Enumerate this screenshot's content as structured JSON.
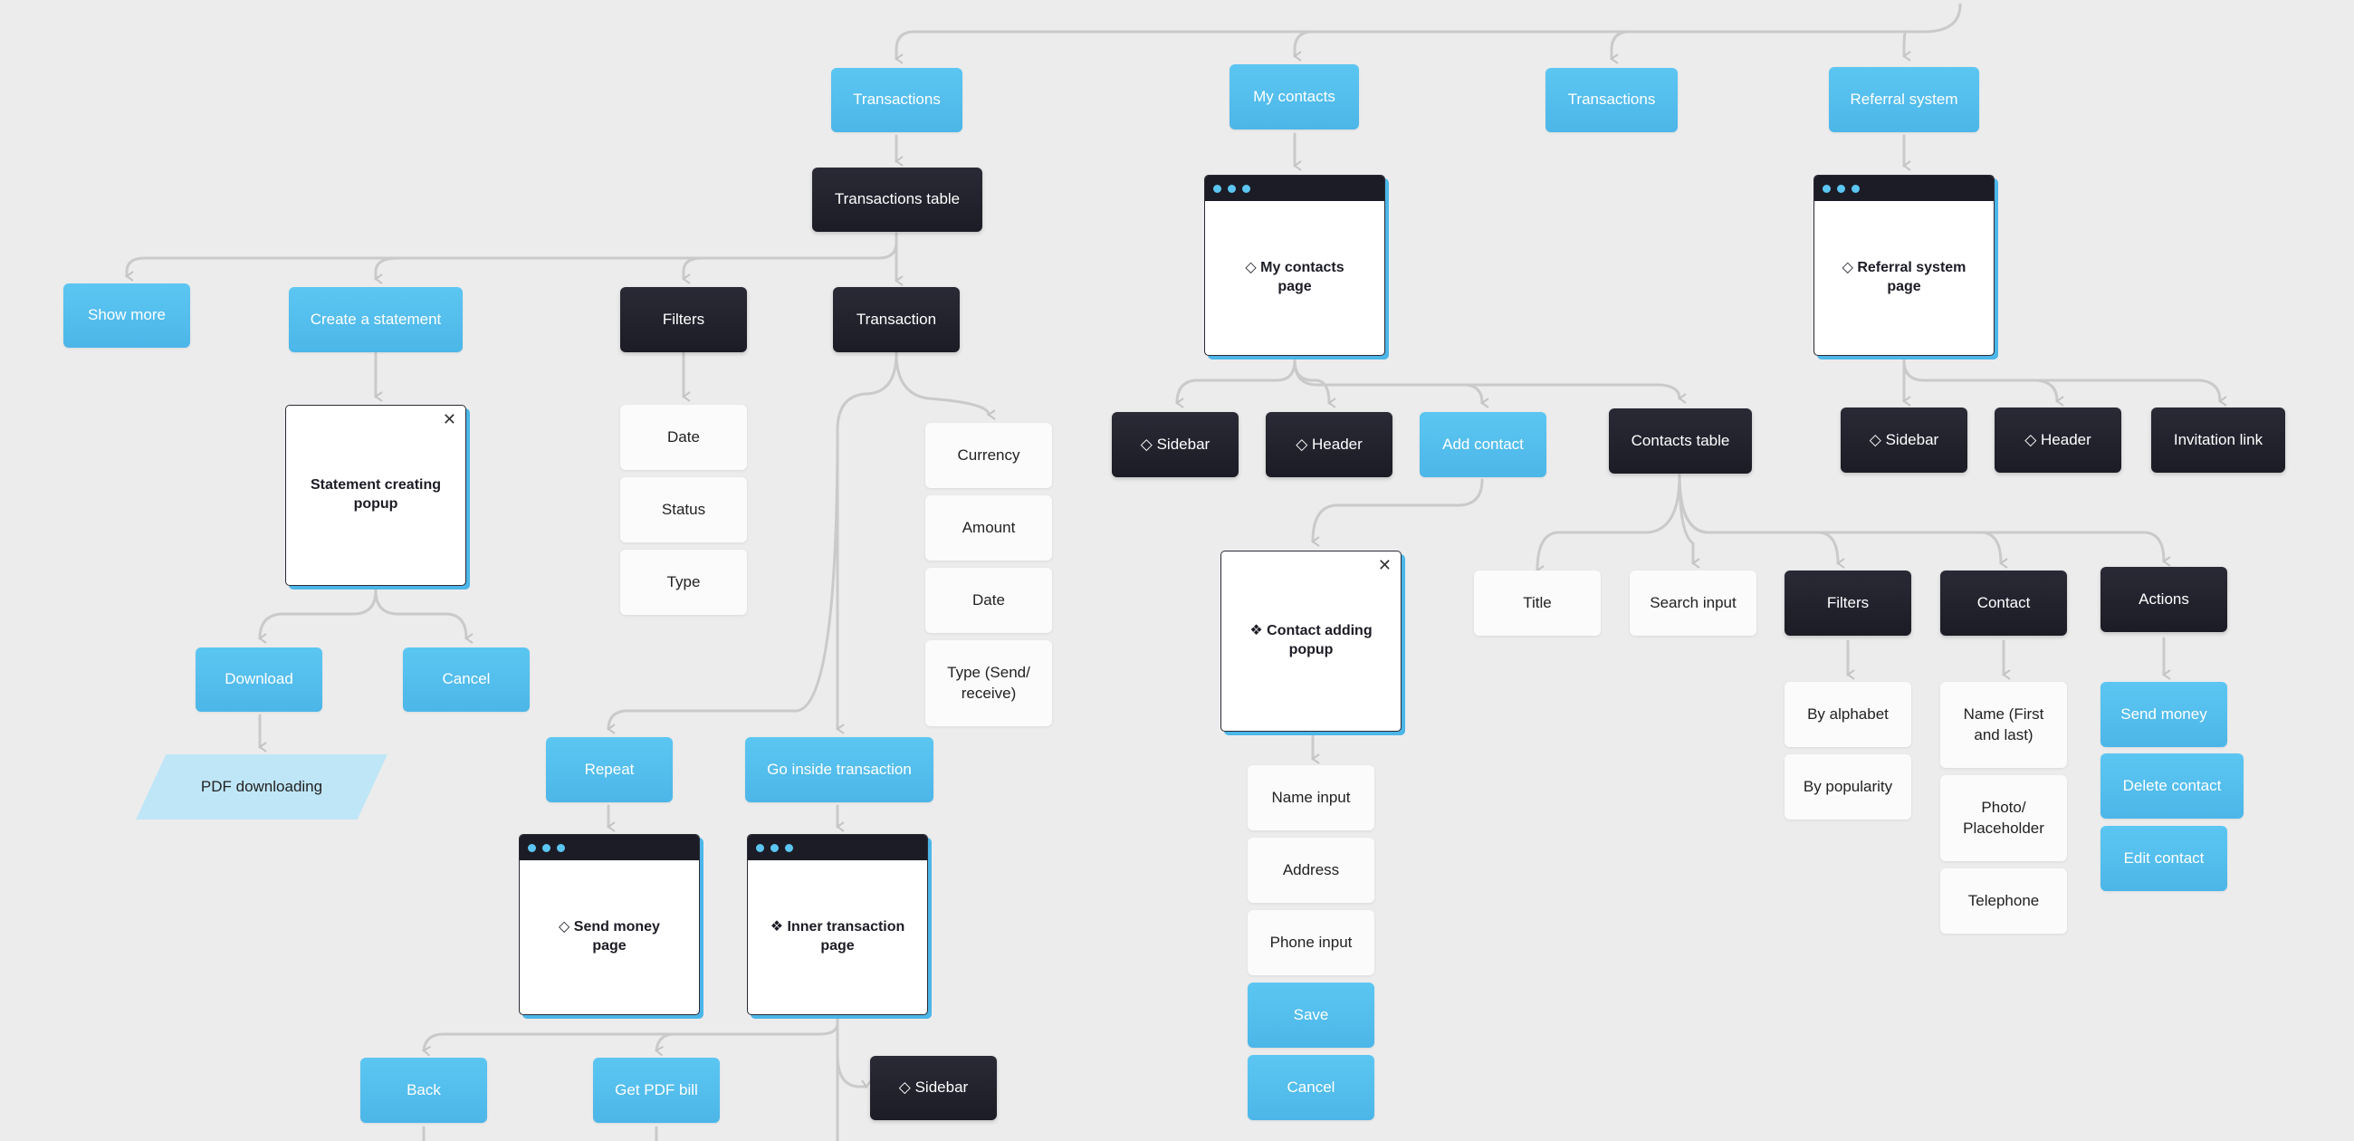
{
  "nodes": {
    "transactions_1": "Transactions",
    "my_contacts": "My contacts",
    "transactions_2": "Transactions",
    "referral_system": "Referral system",
    "transactions_table": "Transactions table",
    "show_more": "Show more",
    "create_statement": "Create a statement",
    "filters_1": "Filters",
    "transaction": "Transaction",
    "date_1": "Date",
    "status": "Status",
    "type": "Type",
    "currency": "Currency",
    "amount": "Amount",
    "date_2": "Date",
    "type_send_receive": "Type (Send/ receive)",
    "download": "Download",
    "cancel_1": "Cancel",
    "pdf_downloading": "PDF downloading",
    "repeat": "Repeat",
    "go_inside": "Go inside transaction",
    "back": "Back",
    "get_pdf_bill": "Get PDF bill",
    "sidebar_3": "◇ Sidebar",
    "sidebar_1": "◇ Sidebar",
    "header_1": "◇ Header",
    "add_contact": "Add contact",
    "contacts_table": "Contacts table",
    "name_input": "Name input",
    "address": "Address",
    "phone_input": "Phone input",
    "save": "Save",
    "cancel_2": "Cancel",
    "title": "Title",
    "search_input": "Search input",
    "filters_2": "Filters",
    "contact": "Contact",
    "actions": "Actions",
    "by_alphabet": "By alphabet",
    "by_popularity": "By popularity",
    "name_first_last": "Name (First and last)",
    "photo_placeholder": "Photo/ Placeholder",
    "telephone": "Telephone",
    "send_money": "Send money",
    "delete_contact": "Delete contact",
    "edit_contact": "Edit contact",
    "sidebar_2": "◇ Sidebar",
    "header_2": "◇ Header",
    "invitation_link": "Invitation link"
  },
  "popups": {
    "statement_creating": "Statement creating popup",
    "contact_adding": "❖ Contact adding popup",
    "close_glyph": "✕"
  },
  "windows": {
    "my_contacts_page": "◇ My contacts page",
    "referral_system_page": "◇ Referral system page",
    "send_money_page": "◇ Send money page",
    "inner_transaction_page": "❖ Inner transaction page"
  },
  "colors": {
    "background": "#ececec",
    "blue": "#4cb6e8",
    "dark": "#1c1c26",
    "connector": "#c8c8c8"
  }
}
